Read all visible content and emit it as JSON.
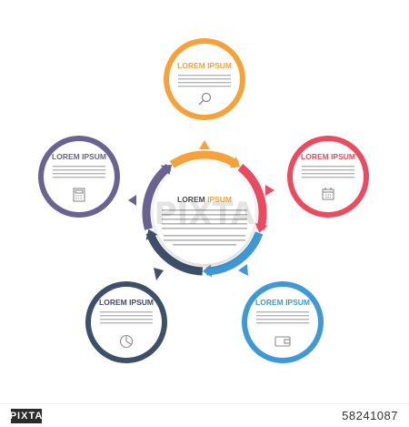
{
  "colors": {
    "orange": "#f4a239",
    "red": "#ea4b5e",
    "blue": "#3f99d6",
    "navy": "#3d4f69",
    "purple": "#6a6392",
    "text": "#9a9a9a"
  },
  "center": {
    "title_part1": "LOREM ",
    "title_part2": "IPSUM"
  },
  "nodes": [
    {
      "key": "orange",
      "title": "LOREM IPSUM",
      "icon": "magnifier-icon"
    },
    {
      "key": "red",
      "title": "LOREM IPSUM",
      "icon": "calendar-icon"
    },
    {
      "key": "blue",
      "title": "LOREM IPSUM",
      "icon": "wallet-icon"
    },
    {
      "key": "navy",
      "title": "LOREM IPSUM",
      "icon": "pie-chart-icon"
    },
    {
      "key": "purple",
      "title": "LOREM IPSUM",
      "icon": "calculator-icon"
    }
  ],
  "watermark": "PIXTA",
  "footer": {
    "logo": "PIXTA",
    "id": "58241087"
  }
}
